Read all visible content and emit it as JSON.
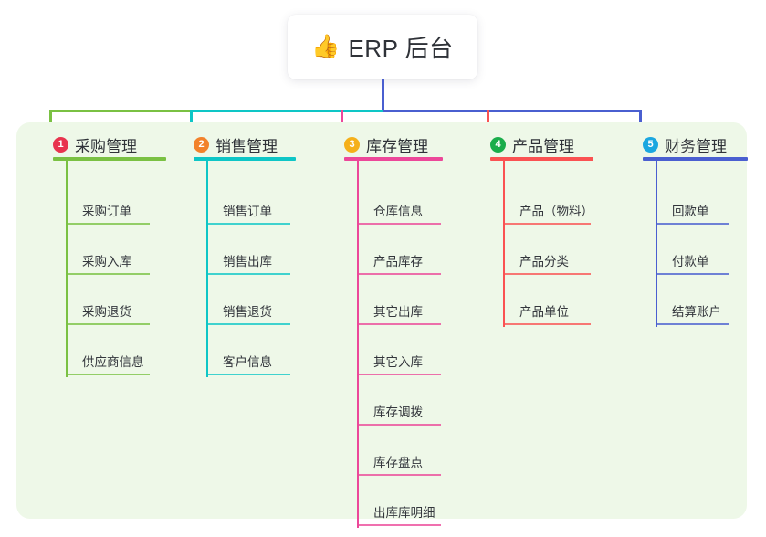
{
  "root": {
    "icon": "thumbs-up-icon",
    "emoji": "👍",
    "title": "ERP 后台"
  },
  "theme": {
    "canvas_bg": "#ffffff",
    "panel_bg": "#eef8e8",
    "root_text": "#2f3238",
    "leaf_text": "#33363c"
  },
  "chart_data": {
    "type": "diagram",
    "layout": "mind-map",
    "title": "ERP 后台",
    "branch_count": 5
  },
  "columns": [
    {
      "index": "1",
      "title": "采购管理",
      "color": "#7ac143",
      "badge_color": "#e8344e",
      "items": [
        {
          "label": "采购订单"
        },
        {
          "label": "采购入库"
        },
        {
          "label": "采购退货"
        },
        {
          "label": "供应商信息"
        }
      ]
    },
    {
      "index": "2",
      "title": "销售管理",
      "color": "#0ec6c6",
      "badge_color": "#f2822b",
      "items": [
        {
          "label": "销售订单"
        },
        {
          "label": "销售出库"
        },
        {
          "label": "销售退货"
        },
        {
          "label": "客户信息"
        }
      ]
    },
    {
      "index": "3",
      "title": "库存管理",
      "color": "#ec4899",
      "badge_color": "#f5b01a",
      "items": [
        {
          "label": "仓库信息"
        },
        {
          "label": "产品库存"
        },
        {
          "label": "其它出库"
        },
        {
          "label": "其它入库"
        },
        {
          "label": "库存调拨"
        },
        {
          "label": "库存盘点"
        },
        {
          "label": "出库库明细"
        }
      ]
    },
    {
      "index": "4",
      "title": "产品管理",
      "color": "#fa5252",
      "badge_color": "#1aad4b",
      "items": [
        {
          "label": "产品（物料）"
        },
        {
          "label": "产品分类"
        },
        {
          "label": "产品单位"
        }
      ]
    },
    {
      "index": "5",
      "title": "财务管理",
      "color": "#4a5fd0",
      "badge_color": "#1ba7e0",
      "items": [
        {
          "label": "回款单"
        },
        {
          "label": "付款单"
        },
        {
          "label": "结算账户"
        }
      ]
    }
  ]
}
